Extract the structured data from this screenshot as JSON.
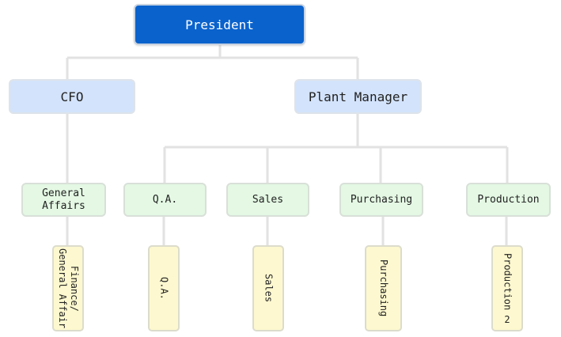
{
  "org_chart": {
    "president": "President",
    "cfo": "CFO",
    "plant_manager": "Plant Manager",
    "departments": {
      "general_affairs": "General Affairs",
      "qa": "Q.A.",
      "sales": "Sales",
      "purchasing": "Purchasing",
      "production": "Production"
    },
    "units": {
      "finance_line1": "Finance/",
      "finance_line2": "General Affair",
      "qa": "Q.A.",
      "sales": "Sales",
      "purchasing": "Purchasing",
      "production": "Production",
      "production_number": "2"
    }
  },
  "colors": {
    "top_fill": "#0a62cc",
    "level2_fill": "#d3e3fb",
    "level3_fill": "#e4f8e4",
    "level4_fill": "#fdf8cf",
    "connector": "#e2e2e2"
  }
}
